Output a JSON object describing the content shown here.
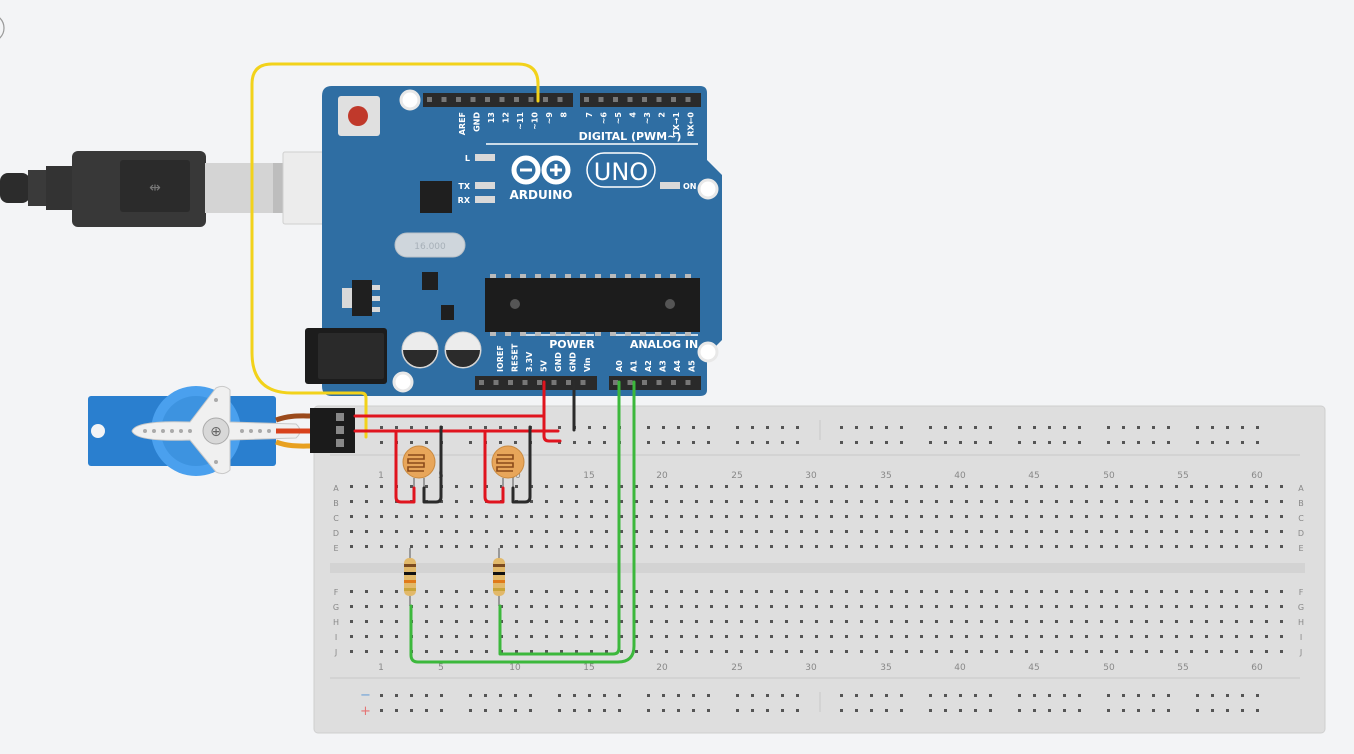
{
  "arduino": {
    "brand": "ARDUINO",
    "model": "UNO",
    "digital_label": "DIGITAL (PWM~)",
    "power_label": "POWER",
    "analog_label": "ANALOG IN",
    "led_l": "L",
    "led_tx": "TX",
    "led_rx": "RX",
    "led_on": "ON",
    "crystal": "16.000",
    "top_pins_left": [
      "AREF",
      "GND",
      "13",
      "12",
      "~11",
      "~10",
      "~9",
      "8"
    ],
    "top_pins_right": [
      "7",
      "~6",
      "~5",
      "4",
      "~3",
      "2",
      "TX→1",
      "RX←0"
    ],
    "power_pins": [
      "IOREF",
      "RESET",
      "3.3V",
      "5V",
      "GND",
      "GND",
      "Vin"
    ],
    "analog_pins": [
      "A0",
      "A1",
      "A2",
      "A3",
      "A4",
      "A5"
    ]
  },
  "breadboard": {
    "column_numbers": [
      "1",
      "5",
      "10",
      "15",
      "20",
      "25",
      "30",
      "35",
      "40",
      "45",
      "50",
      "55",
      "60"
    ],
    "rows_top": [
      "A",
      "B",
      "C",
      "D",
      "E"
    ],
    "rows_bottom": [
      "F",
      "G",
      "H",
      "I",
      "J"
    ],
    "rail_minus": "−",
    "rail_plus": "+"
  },
  "colors": {
    "board": "#2f6ea3",
    "wire_red": "#e0141e",
    "wire_black": "#2b2b2b",
    "wire_yellow": "#f2d21b",
    "wire_green": "#3cb83c",
    "servo": "#2a7fcf"
  }
}
